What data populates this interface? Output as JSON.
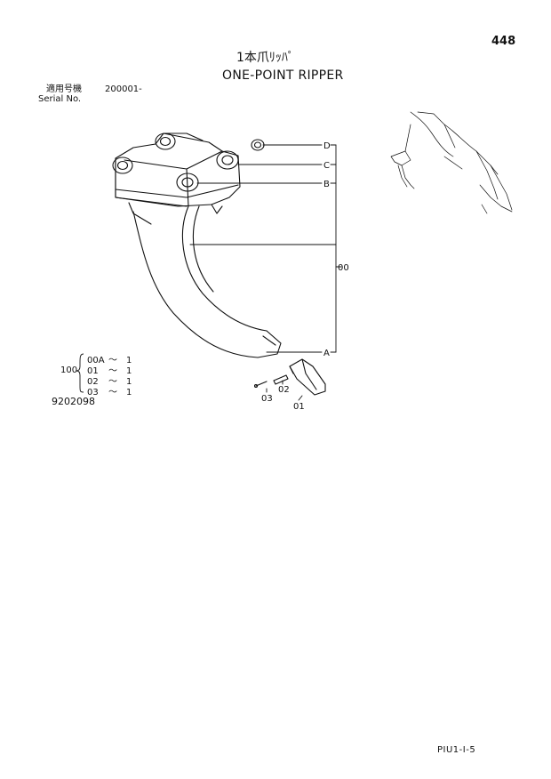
{
  "page_number": "448",
  "title": {
    "japanese": "1本爪ﾘｯﾊﾟ",
    "english": "ONE-POINT RIPPER"
  },
  "serial": {
    "label_jp": "適用号機",
    "label_en": "Serial No.",
    "value": "200001-"
  },
  "callouts": {
    "D": "D",
    "C": "C",
    "B": "B",
    "A": "A",
    "00": "00",
    "01": "01",
    "02": "02",
    "03": "03"
  },
  "kit": {
    "parent": "100",
    "items": [
      {
        "part": "00A",
        "qty": "1"
      },
      {
        "part": "01",
        "qty": "1"
      },
      {
        "part": "02",
        "qty": "1"
      },
      {
        "part": "03",
        "qty": "1"
      }
    ],
    "tilde": "～"
  },
  "drawing_number": "9202098",
  "footer_code": "PIU1-I-5"
}
